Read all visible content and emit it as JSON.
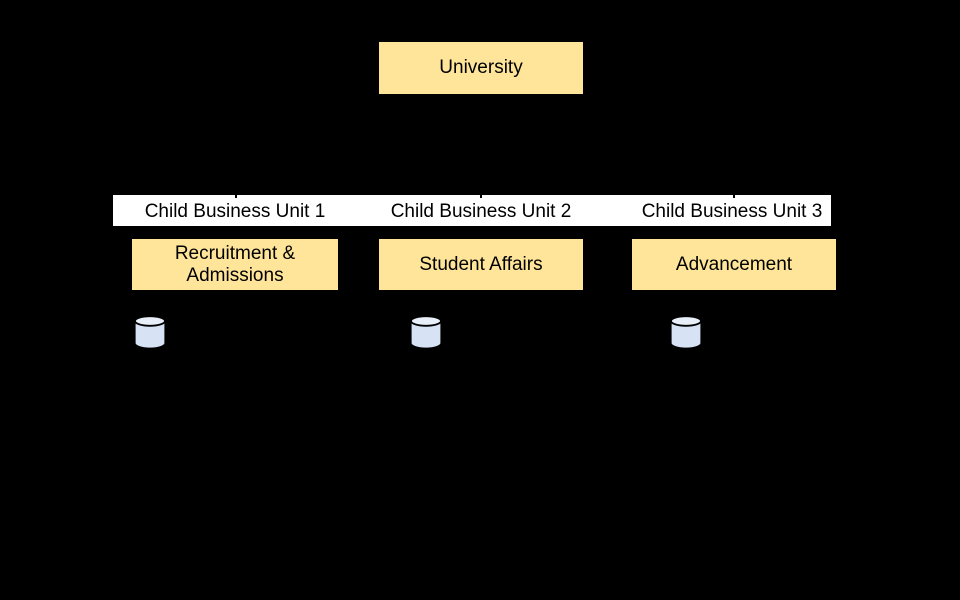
{
  "diagram": {
    "type": "org-hierarchy",
    "background_color": "#000000",
    "band_color": "#ffffff",
    "node_fill_color": "#ffe599",
    "node_border_color": "#000000",
    "text_color": "#000000",
    "database_body_color": "#d7e3f4",
    "database_top_color": "#e9eff9",
    "database_stroke_color": "#000000",
    "university": {
      "label": "University"
    },
    "units": [
      {
        "group_label": "Child Business Unit 1",
        "node_label": "Recruitment &\nAdmissions",
        "icon": "database-icon"
      },
      {
        "group_label": "Child Business Unit 2",
        "node_label": "Student Affairs",
        "icon": "database-icon"
      },
      {
        "group_label": "Child Business Unit 3",
        "node_label": "Advancement",
        "icon": "database-icon"
      }
    ]
  }
}
